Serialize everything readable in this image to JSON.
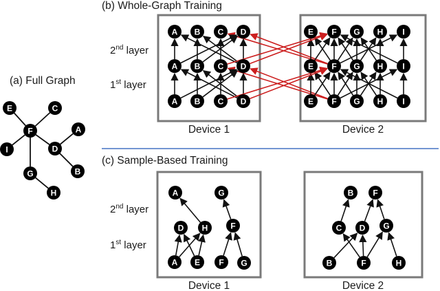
{
  "sections": {
    "full_graph": "(a) Full Graph",
    "whole_graph": "(b) Whole-Graph Training",
    "sample_based": "(c) Sample-Based Training"
  },
  "layers": {
    "second_prefix": "2",
    "second_sup": "nd",
    "second_suffix": " layer",
    "first_prefix": "1",
    "first_sup": "st",
    "first_suffix": " layer"
  },
  "devices": {
    "device1": "Device 1",
    "device2": "Device 2"
  },
  "colors": {
    "node": "#000000",
    "edge": "#111111",
    "cross_edge": "#cc1f1f",
    "box": "#7a7a7a",
    "divider": "#4472c4"
  },
  "nodes": {
    "full": [
      "E",
      "C",
      "F",
      "A",
      "I",
      "D",
      "G",
      "B",
      "H"
    ],
    "wg_dev1": [
      "A",
      "B",
      "C",
      "D"
    ],
    "wg_dev2": [
      "E",
      "F",
      "G",
      "H",
      "I"
    ],
    "sb_dev1": [
      "A",
      "G",
      "D",
      "H",
      "F",
      "A",
      "E",
      "F",
      "G"
    ],
    "sb_dev2": [
      "B",
      "F",
      "C",
      "D",
      "G",
      "B",
      "F",
      "H"
    ]
  }
}
